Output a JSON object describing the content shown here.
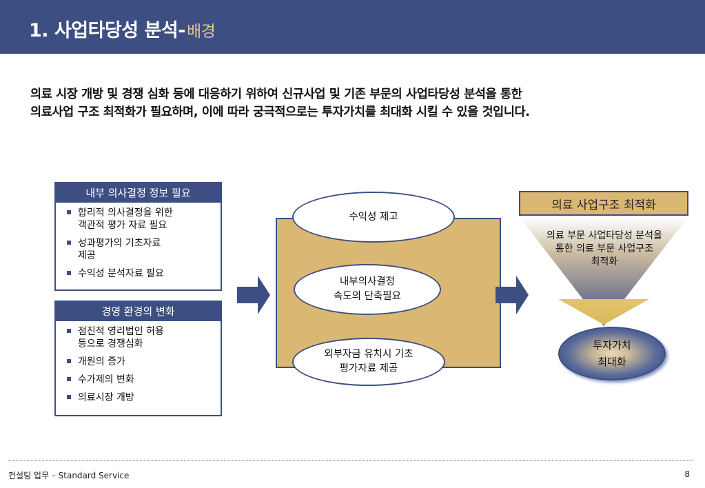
{
  "header": {
    "title": "1. 사업타당성 분석-",
    "title_accent": "배경",
    "bg_color": "#3d4f82",
    "accent_color": "#e3c68a"
  },
  "intro": {
    "line1": "의료 시장 개방 및 경쟁 심화 등에 대응하기 위하여 신규사업 및 기존 부문의 사업타당성 분석을 통한",
    "line2": "의료사업 구조 최적화가 필요하며, 이에 따라 궁극적으로는 투자가치를 최대화 시킬 수 있을 것입니다."
  },
  "left_boxes": [
    {
      "title": "내부 의사결정 정보 필요",
      "items": [
        "합리적 의사결정을 위한\n객관적 평가 자료 필요",
        "성과평가의 기초자료\n제공",
        "수익성 분석자료 필요"
      ]
    },
    {
      "title": "경영 환경의 변화",
      "items": [
        "점진적 영리법인 허용\n등으로 경쟁심화",
        "개원의 증가",
        "수가제의 변화",
        "의료시장 개방"
      ]
    }
  ],
  "center": {
    "ellipses": [
      "수익성 제고",
      "내부의사결정\n속도의 단축필요",
      "외부자금 유치시 기초\n평가자료 제공"
    ],
    "fill_color": "#dbb774"
  },
  "right": {
    "goal_title": "의료 사업구조 최적화",
    "goal_text": "의료 부문 사업타당성 분석을\n통한 의료 부문 사업구조\n최적화",
    "result": "투자가치\n최대화"
  },
  "footer": {
    "left": "컨설팅 업무 – Standard Service",
    "page": "8"
  }
}
